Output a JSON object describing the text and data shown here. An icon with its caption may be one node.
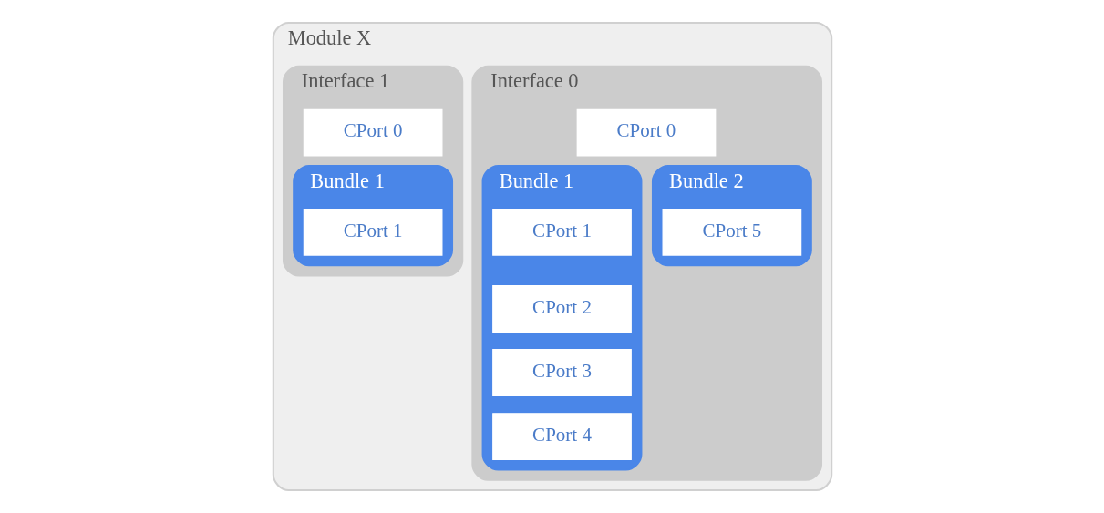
{
  "diagram": {
    "nodes": [
      {
        "text": [
          "Module X"
        ]
      },
      {
        "text": [
          "Interface 0"
        ],
        "in": 0
      },
      {
        "text": [
          "CPort 0"
        ],
        "in": 1
      },
      {
        "text": [
          "Bundle 1"
        ],
        "in": 1
      },
      {
        "text": [
          "CPort 1"
        ],
        "in": 3
      },
      {
        "text": [
          "CPort 2"
        ],
        "in": 3
      },
      {
        "text": [
          "CPort 3"
        ],
        "in": 3
      },
      {
        "text": [
          "CPort 4"
        ],
        "in": 3
      },
      {
        "text": [
          "Bundle 2"
        ],
        "in": 1
      },
      {
        "text": [
          "CPort 5"
        ],
        "in": 8
      },
      {
        "text": [
          "Interface 1"
        ],
        "in": 0
      },
      {
        "text": [
          "CPort 0"
        ],
        "in": 10
      },
      {
        "text": [
          "Bundle 1"
        ],
        "in": 10
      },
      {
        "text": [
          "CPort 1"
        ],
        "in": 12
      }
    ],
    "edges": []
  }
}
